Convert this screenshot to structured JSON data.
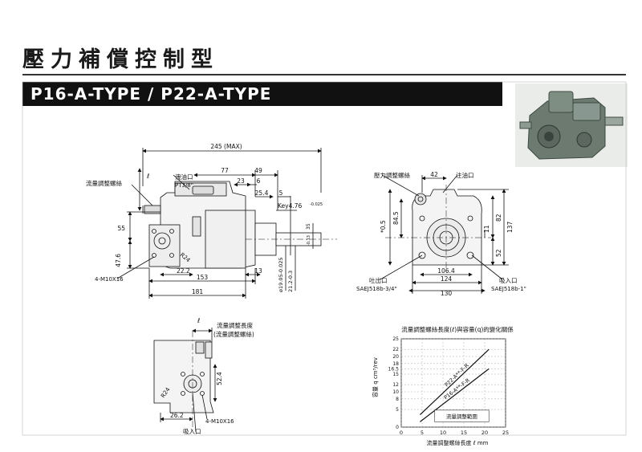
{
  "page_title": "壓力補償控制型",
  "type_banner": "P16-A-TYPE / P22-A-TYPE",
  "front_view": {
    "dim_overall": "245 (MAX)",
    "dim_77": "77",
    "dim_49": "49",
    "dim_23": "23",
    "dim_6": "6",
    "dim_25_4": "25.4",
    "dim_5": "5",
    "dim_55": "55",
    "dim_47_6": "47.6",
    "dim_22_2": "22.2",
    "dim_153": "153",
    "dim_13": "13",
    "dim_181": "181",
    "dim_f": "ℓ",
    "label_flow_screw": "流量調整螺絲",
    "label_outlet": "洩油口",
    "label_outlet_port": "PT3/8\"",
    "label_key": "Key4.76",
    "label_key_tol": "-0.025",
    "label_m10": "4-M10X16",
    "label_r24": "R24",
    "label_shaft_dia": "ø19.05-0.025",
    "label_shaft_len": "21.2-0.3",
    "label_r_t": "-0.13",
    "label_35": "35"
  },
  "side_view": {
    "label_pressure_screw": "壓力調整螺絲",
    "label_drain": "注油口",
    "dim_42": "42",
    "dim_84_5": "84.5",
    "dim_82": "82",
    "dim_137": "137",
    "dim_11": "11",
    "dim_52": "52",
    "dim_106_4": "106.4",
    "dim_124": "124",
    "dim_130": "130",
    "dim_d5": "*0.5",
    "label_outlet": "吐出口",
    "label_outlet_spec": "SAEJ518b-3/4\"",
    "label_inlet": "吸入口",
    "label_inlet_spec": "SAEJ518b-1\""
  },
  "bottom_view": {
    "label_flow_len": "流量調整長度",
    "label_flow_screw": "(流量調整螺絲)",
    "dim_l": "ℓ",
    "dim_52_4": "52.4",
    "dim_26_2": "26.2",
    "label_r24": "R24",
    "label_m10": "4-M10X16",
    "label_inlet": "吸入口"
  },
  "chart_data": {
    "type": "line",
    "title": "流量調整螺絲長度(ℓ)與容量(q)的變化關係",
    "xlabel": "流量調整螺絲長度 ℓ mm",
    "ylabel": "容量 q cm³/rev",
    "xlim": [
      0,
      25
    ],
    "ylim": [
      0,
      25
    ],
    "x_ticks": [
      "0",
      "5",
      "10",
      "15",
      "20",
      "25"
    ],
    "y_ticks": [
      "0",
      "5",
      "8",
      "10",
      "12",
      "15",
      "16.5",
      "18",
      "20",
      "22",
      "25"
    ],
    "x_tick_values": [
      0,
      5,
      10,
      15,
      20,
      25
    ],
    "y_tick_values": [
      0,
      5,
      8,
      10,
      12,
      15,
      16.5,
      18,
      20,
      22,
      25
    ],
    "grid": true,
    "series": [
      {
        "name": "P22-A**-F-R",
        "x": [
          4.5,
          21
        ],
        "y": [
          3.5,
          22
        ]
      },
      {
        "name": "P16-A**-F-R",
        "x": [
          4.5,
          21
        ],
        "y": [
          1.5,
          16.5
        ]
      }
    ],
    "annotation": "流量調整範圍"
  }
}
